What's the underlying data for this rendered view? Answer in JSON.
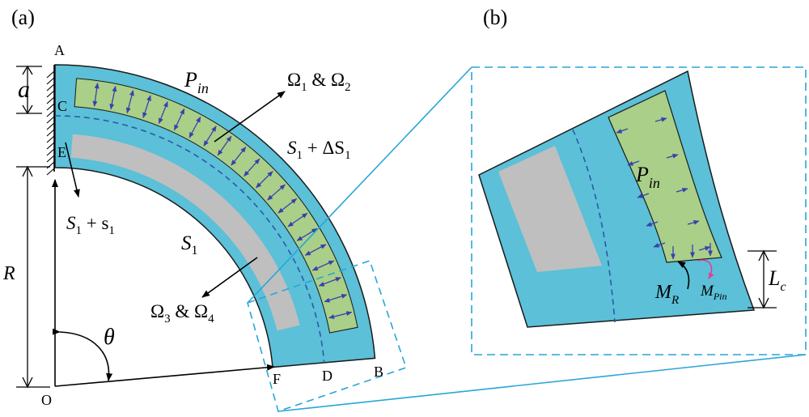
{
  "colors": {
    "blue_fill": "#5bc0d8",
    "green_fill": "#a9cf88",
    "gray_fill": "#bfbfbf",
    "arrow_color": "#3a3fae",
    "dashed_line": "#2a5aa8",
    "box_dashed": "#28a6d6",
    "moment_pink": "#e0409a"
  },
  "panel_a": {
    "label": "(a)",
    "point_A": "A",
    "point_C": "C",
    "point_E": "E",
    "point_O": "O",
    "point_F": "F",
    "point_D": "D",
    "point_B": "B",
    "dim_a": "a",
    "dim_R": "R",
    "angle": "θ",
    "p_in": {
      "main": "P",
      "sub": "in"
    },
    "omega_12": {
      "o1": "Ω",
      "s1": "1",
      "amp": " & ",
      "o2": "Ω",
      "s2": "2"
    },
    "omega_34": {
      "o1": "Ω",
      "s1": "3",
      "amp": " & ",
      "o2": "Ω",
      "s2": "4"
    },
    "s1_plus_delta": {
      "s": "S",
      "sub": "1",
      "rest": " + ΔS",
      "sub2": "1"
    },
    "s1_plus_small": {
      "s": "S",
      "sub": "1",
      "rest": " + s",
      "sub2": "1"
    },
    "s1": {
      "s": "S",
      "sub": "1"
    }
  },
  "panel_b": {
    "label": "(b)",
    "p_in": {
      "main": "P",
      "sub": "in"
    },
    "m_r": {
      "main": "M",
      "sub": "R"
    },
    "m_pin": {
      "main": "M",
      "sub": "Pin"
    },
    "l_c": {
      "main": "L",
      "sub": "c"
    }
  }
}
